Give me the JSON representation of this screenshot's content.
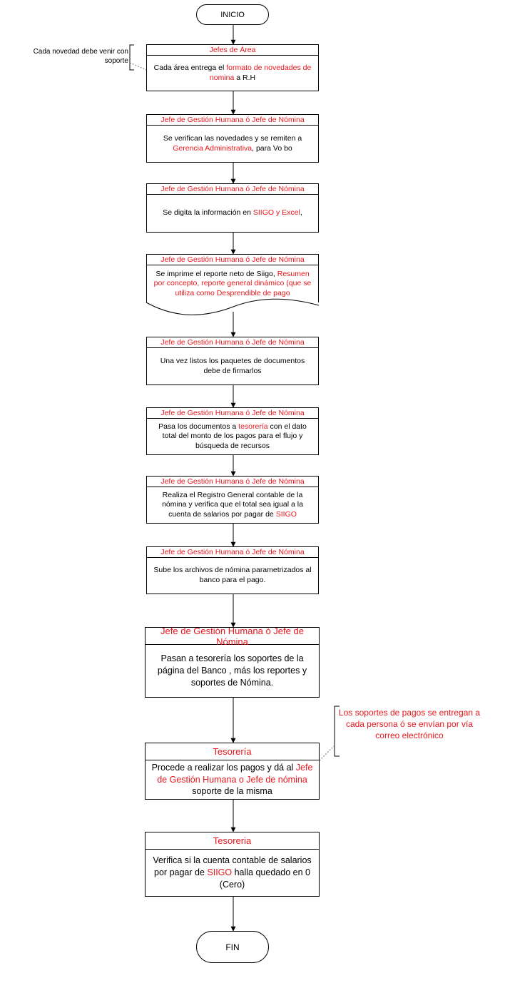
{
  "start_label": "INICIO",
  "end_label": "FIN",
  "note_left": "Cada novedad debe venir con soporte",
  "note_right": "Los soportes de pagos se entregan a cada persona ó se envían por vía correo electrónico",
  "steps": [
    {
      "head": "Jefes de Área",
      "body": [
        [
          "Cada área entrega el ",
          ""
        ],
        [
          "formato de novedades de nomina",
          "red"
        ],
        [
          " a R.H",
          ""
        ]
      ]
    },
    {
      "head": "Jefe de Gestión Humana ó Jefe de Nómina",
      "body": [
        [
          "Se verifican las novedades y se remiten a ",
          ""
        ],
        [
          "Gerencia Administrativa",
          "red"
        ],
        [
          ", para Vo bo",
          ""
        ]
      ]
    },
    {
      "head": "Jefe de Gestión Humana ó Jefe de Nómina",
      "body": [
        [
          "Se digita la información en ",
          ""
        ],
        [
          "SIIGO y Excel",
          "red"
        ],
        [
          ",",
          ""
        ]
      ]
    },
    {
      "head": "Jefe de Gestión Humana ó Jefe de Nómina",
      "body": [
        [
          "Se imprime el reporte neto de Siigo, ",
          ""
        ],
        [
          "Resumen por concepto, reporte general dinámico (que se utiliza como Desprendible de pago",
          "red"
        ]
      ]
    },
    {
      "head": "Jefe de Gestión Humana ó Jefe de Nómina",
      "body": [
        [
          "Una vez listos los paquetes de documentos debe de firmarlos",
          ""
        ]
      ]
    },
    {
      "head": "Jefe de Gestión Humana ó Jefe de Nómina",
      "body": [
        [
          "Pasa los documentos a ",
          ""
        ],
        [
          "tesorería",
          "red"
        ],
        [
          " con el dato total del monto de los pagos para el flujo y búsqueda de recursos",
          ""
        ]
      ]
    },
    {
      "head": "Jefe de Gestión Humana ó Jefe de Nómina",
      "body": [
        [
          "Realiza el Registro General contable de la nómina y verifica que el total sea igual a la cuenta de salarios por pagar de ",
          ""
        ],
        [
          "SIIGO",
          "red"
        ]
      ]
    },
    {
      "head": "Jefe de Gestión Humana ó Jefe de Nómina",
      "body": [
        [
          "Sube los archivos de nómina parametrizados al banco para el pago.",
          ""
        ]
      ]
    },
    {
      "head": "Jefe de Gestión Humana ó Jefe de Nómina",
      "body": [
        [
          "Pasan a tesorería los soportes de la página del Banco , más los reportes  y soportes de Nómina.",
          ""
        ]
      ]
    },
    {
      "head": "Tesorería",
      "body": [
        [
          "Procede a realizar los pagos y dá al ",
          ""
        ],
        [
          "Jefe de Gestión Humana o Jefe de nómina",
          "red"
        ],
        [
          " soporte de la misma",
          ""
        ]
      ]
    },
    {
      "head": "Tesoreria",
      "body": [
        [
          "Verifica si la cuenta contable de salarios por pagar de ",
          ""
        ],
        [
          "SIIGO",
          "red"
        ],
        [
          " halla quedado en 0 (Cero)",
          ""
        ]
      ]
    }
  ]
}
